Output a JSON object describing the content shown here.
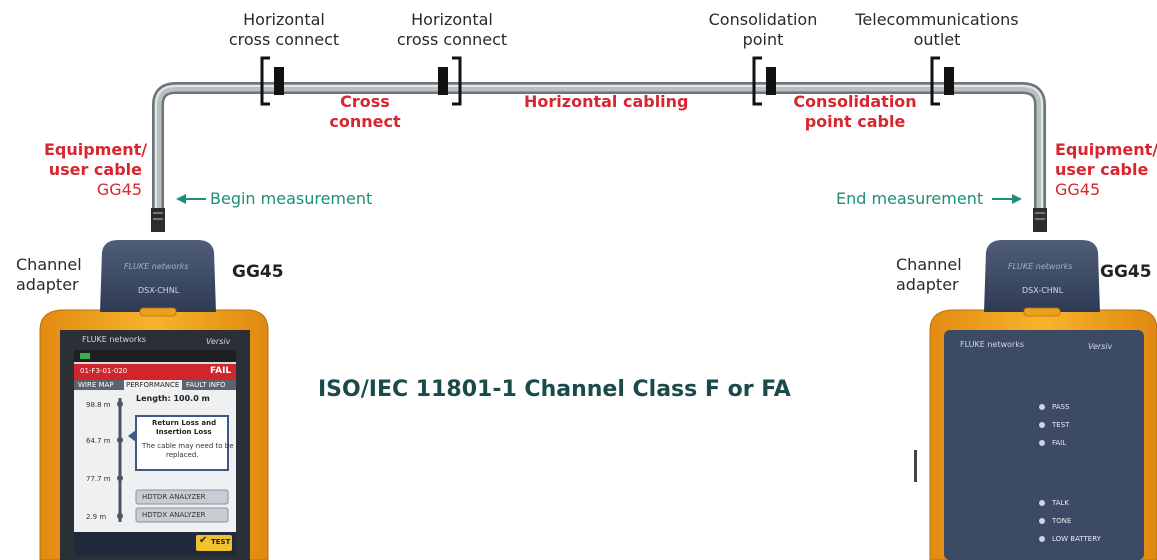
{
  "labels": {
    "hcc1": [
      "Horizontal",
      "cross connect"
    ],
    "hcc2": [
      "Horizontal",
      "cross connect"
    ],
    "cp": [
      "Consolidation",
      "point"
    ],
    "to": [
      "Telecommunications",
      "outlet"
    ],
    "cross_connect": [
      "Cross",
      "connect"
    ],
    "horizontal_cabling": "Horizontal cabling",
    "cp_cable": [
      "Consolidation",
      "point cable"
    ],
    "equip_left": [
      "Equipment/",
      "user cable"
    ],
    "equip_right": [
      "Equipment/",
      "user cable"
    ],
    "gg45_red_left": "GG45",
    "gg45_red_right": "GG45",
    "begin": "Begin measurement",
    "end": "End measurement",
    "channel_left": [
      "Channel",
      "adapter"
    ],
    "channel_right": [
      "Channel",
      "adapter"
    ],
    "gg45_left": "GG45",
    "gg45_right": "GG45",
    "title": "ISO/IEC 11801-1 Channel Class F or FA"
  },
  "left_device": {
    "brand": "FLUKE networks",
    "model": "Versiv",
    "adapter_brand": "FLUKE networks",
    "adapter_text": "DSX-CHNL",
    "id": "01-F3-01-020",
    "status": "FAIL",
    "tabs": [
      "WIRE MAP",
      "PERFORMANCE",
      "FAULT INFO"
    ],
    "length": "Length: 100.0 m",
    "ticks": [
      "98.8 m",
      "64.7 m",
      "77.7 m",
      "2.9 m"
    ],
    "popup_title": [
      "Return Loss and",
      "Insertion Loss"
    ],
    "popup_body": [
      "The cable may need to be",
      "replaced."
    ],
    "analyzers": [
      "HDTDR ANALYZER",
      "HDTDX ANALYZER"
    ],
    "test_button": "TEST"
  },
  "right_device": {
    "brand": "FLUKE networks",
    "model": "Versiv",
    "adapter_brand": "FLUKE networks",
    "adapter_text": "DSX-CHNL",
    "leds_top": [
      "PASS",
      "TEST",
      "FAIL"
    ],
    "leds_bottom": [
      "TALK",
      "TONE",
      "LOW BATTERY"
    ]
  },
  "colors": {
    "red": "#d8262f",
    "teal": "#1d8f78",
    "title": "#1a4a4a",
    "device_orange": "#f2a61a",
    "screen_red": "#d0252c",
    "panel_navy": "#3c4a66"
  }
}
